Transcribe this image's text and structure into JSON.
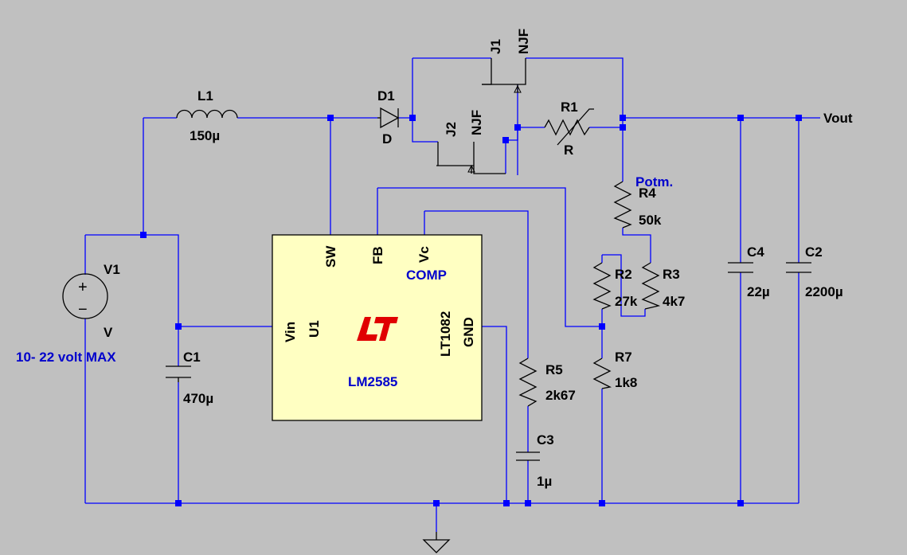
{
  "components": {
    "l1": {
      "ref": "L1",
      "value": "150µ"
    },
    "d1": {
      "ref": "D1",
      "value": "D"
    },
    "j1": {
      "ref": "J1",
      "value": "NJF"
    },
    "j2": {
      "ref": "J2",
      "value": "NJF"
    },
    "r1": {
      "ref": "R1",
      "value": "R"
    },
    "r2": {
      "ref": "R2",
      "value": "27k"
    },
    "r3": {
      "ref": "R3",
      "value": "4k7"
    },
    "r4": {
      "ref": "R4",
      "value": "50k",
      "note": "Potm."
    },
    "r5": {
      "ref": "R5",
      "value": "2k67"
    },
    "r7": {
      "ref": "R7",
      "value": "1k8"
    },
    "c1": {
      "ref": "C1",
      "value": "470µ"
    },
    "c2": {
      "ref": "C2",
      "value": "2200µ"
    },
    "c3": {
      "ref": "C3",
      "value": "1µ"
    },
    "c4": {
      "ref": "C4",
      "value": "22µ"
    },
    "v1": {
      "ref": "V1",
      "value": "V",
      "note": "10- 22 volt MAX",
      "plus": "+",
      "minus": "−"
    }
  },
  "ic": {
    "ref": "U1",
    "part": "LT1082",
    "spice_line": "LM2585",
    "comp": "COMP",
    "pins": {
      "sw": "SW",
      "fb": "FB",
      "vc": "Vc",
      "vin": "Vin",
      "gnd": "GND"
    }
  },
  "net_labels": {
    "vout": "Vout"
  },
  "colors": {
    "background": "#c0c0c0",
    "wire": "#0000ff",
    "ic_fill": "#ffffc2",
    "logo": "#e00000"
  }
}
